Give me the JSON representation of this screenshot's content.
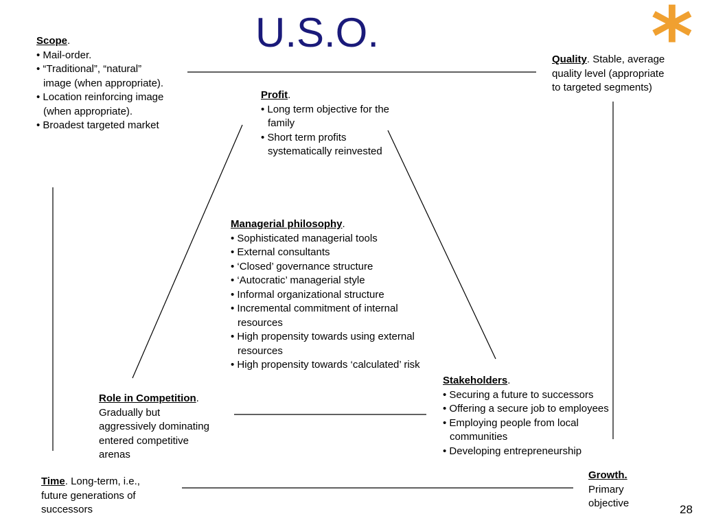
{
  "slide": {
    "title": "U.S.O.",
    "asterisk": "*",
    "page_number": "28"
  },
  "scope": {
    "heading": "Scope",
    "suffix": ".",
    "items": [
      "Mail-order.",
      "“Traditional”, “natural” image (when appropriate).",
      "Location reinforcing image (when appropriate).",
      "Broadest targeted market"
    ]
  },
  "quality": {
    "heading": "Quality",
    "text": ". Stable, average quality level (appropriate to targeted segments)"
  },
  "profit": {
    "heading": "Profit",
    "suffix": ".",
    "items": [
      "Long term objective for the family",
      "Short term profits systematically reinvested"
    ]
  },
  "philosophy": {
    "heading": "Managerial philosophy",
    "suffix": ".",
    "items": [
      "Sophisticated managerial tools",
      "External consultants",
      "‘Closed’ governance structure",
      "‘Autocratic’ managerial style",
      "Informal organizational structure",
      "Incremental commitment of internal resources",
      "High propensity towards using external resources",
      "High propensity towards ‘calculated’ risk"
    ]
  },
  "stakeholders": {
    "heading": "Stakeholders",
    "suffix": ".",
    "items": [
      "Securing a future to successors",
      "Offering a secure job to employees",
      "Employing people from local communities",
      "Developing entrepreneurship"
    ]
  },
  "competition": {
    "heading": "Role in Competition",
    "text": ". Gradually but aggressively dominating entered competitive arenas"
  },
  "time": {
    "heading": "Time",
    "text": ". Long-term, i.e., future generations of successors"
  },
  "growth": {
    "heading": "Growth.",
    "text": "Primary objective"
  }
}
